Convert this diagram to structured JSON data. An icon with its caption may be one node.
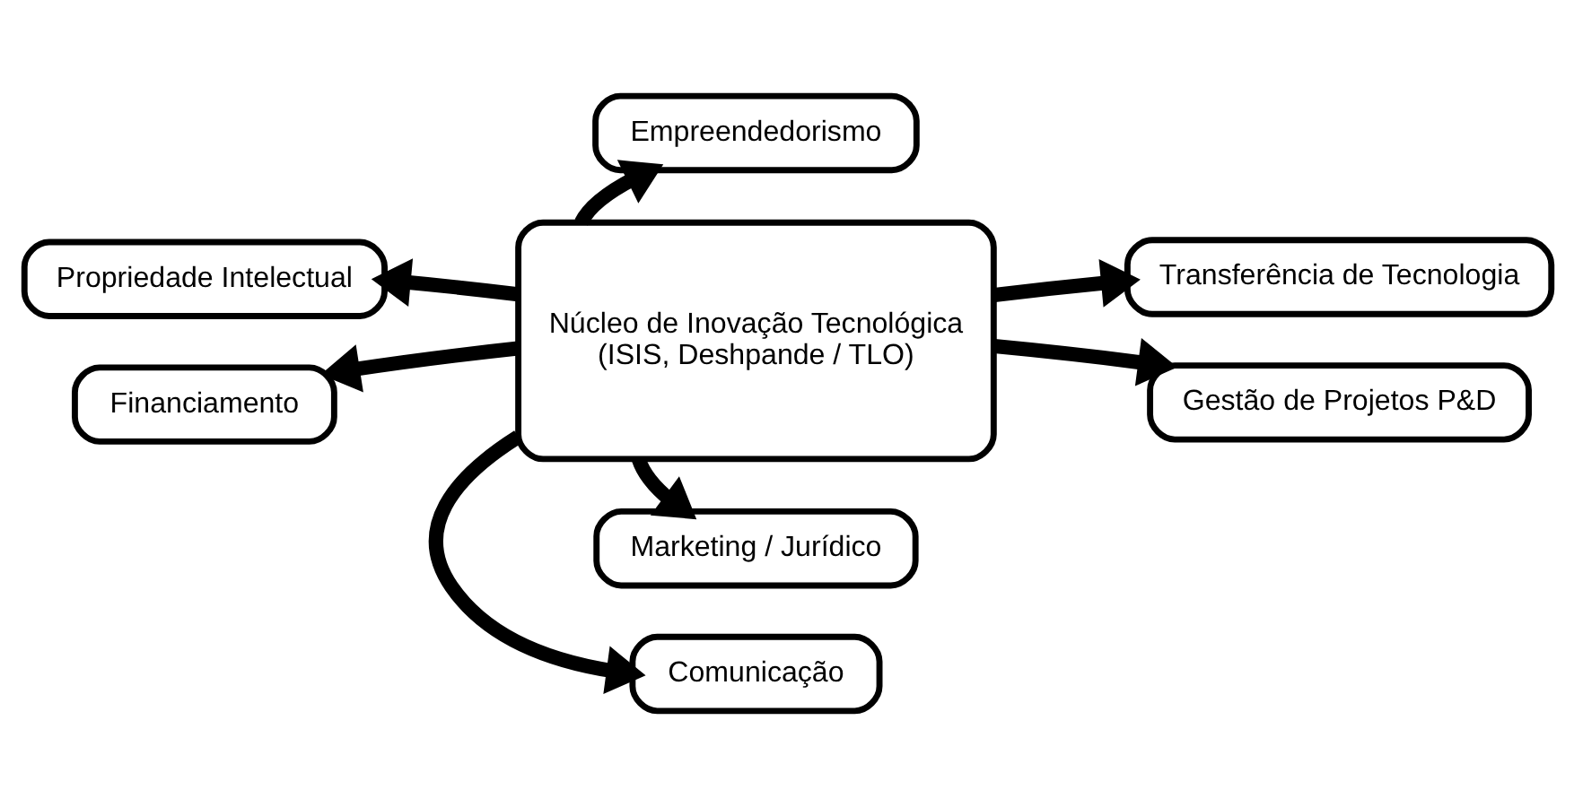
{
  "diagram": {
    "nodes": [
      {
        "text": [
          "Empreendedorismo"
        ]
      },
      {
        "text": [
          "Propriedade Intelectual"
        ]
      },
      {
        "text": [
          "Núcleo de Inovação Tecnológica",
          "(ISIS, Deshpande / TLO)"
        ]
      },
      {
        "text": [
          "Transferência de Tecnologia"
        ]
      },
      {
        "text": [
          "Financiamento"
        ]
      },
      {
        "text": [
          "Gestão de Projetos P&D"
        ]
      },
      {
        "text": [
          "Marketing / Jurídico"
        ]
      },
      {
        "text": [
          "Comunicação"
        ]
      }
    ],
    "edges": [
      {
        "from": 2,
        "to": 0,
        "arrow": "to"
      },
      {
        "from": 2,
        "to": 1,
        "arrow": "to"
      },
      {
        "from": 2,
        "to": 3,
        "arrow": "to"
      },
      {
        "from": 2,
        "to": 4,
        "arrow": "to"
      },
      {
        "from": 2,
        "to": 5,
        "arrow": "to"
      },
      {
        "from": 2,
        "to": 6,
        "arrow": "to"
      },
      {
        "from": 2,
        "to": 7,
        "arrow": "to"
      }
    ]
  }
}
